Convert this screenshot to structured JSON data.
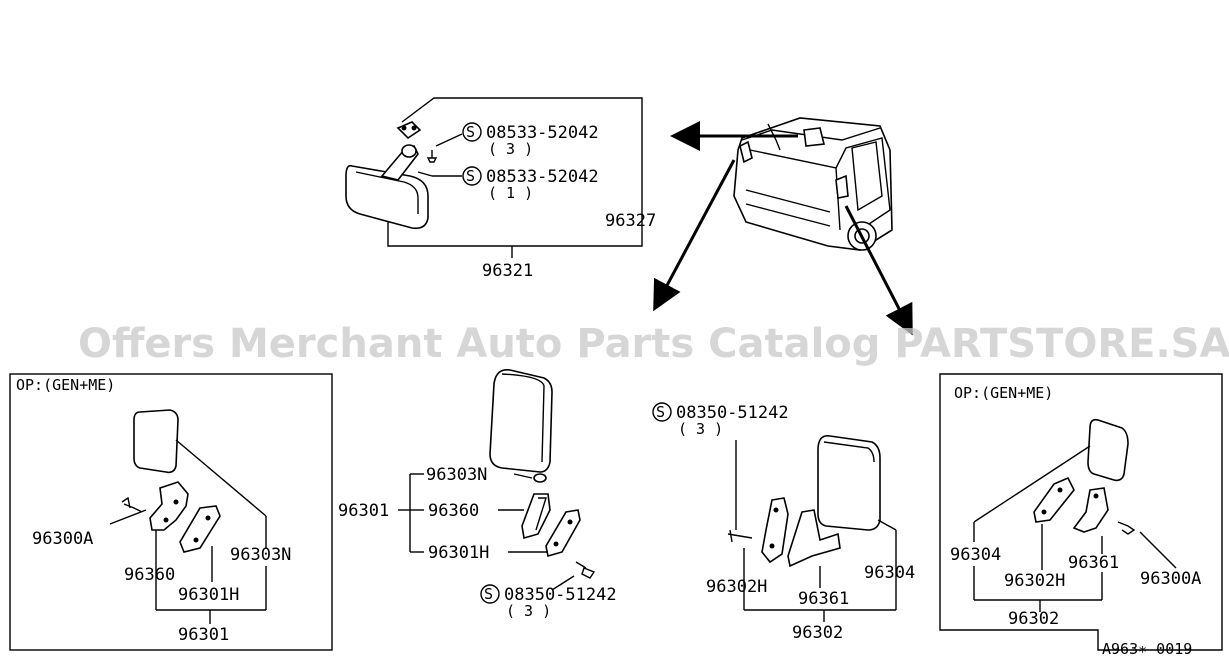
{
  "watermark": "Offers Merchant Auto Parts Catalog PARTSTORE.SA",
  "diagram_id": "A963∗ 0019",
  "interior_mirror": {
    "screw_a": "08533-52042",
    "screw_a_qty": "( 3 )",
    "screw_b": "08533-52042",
    "screw_b_qty": "( 1 )",
    "bracket": "96327",
    "mirror": "96321"
  },
  "left_option": {
    "title": "OP:(GEN+ME)",
    "screw": "96300A",
    "bracket": "96360",
    "mirror": "96303N",
    "plate": "96301H",
    "assembly": "96301"
  },
  "left_mirror": {
    "head": "96303N",
    "bracket": "96360",
    "assembly": "96301",
    "plate": "96301H",
    "screw": "08350-51242",
    "screw_qty": "( 3 )"
  },
  "right_mirror": {
    "screw": "08350-51242",
    "screw_qty": "( 3 )",
    "plate": "96302H",
    "bracket": "96361",
    "head": "96304",
    "assembly": "96302"
  },
  "right_option": {
    "title": "OP:(GEN+ME)",
    "mirror": "96304",
    "plate": "96302H",
    "bracket": "96361",
    "screw": "96300A",
    "assembly": "96302"
  }
}
